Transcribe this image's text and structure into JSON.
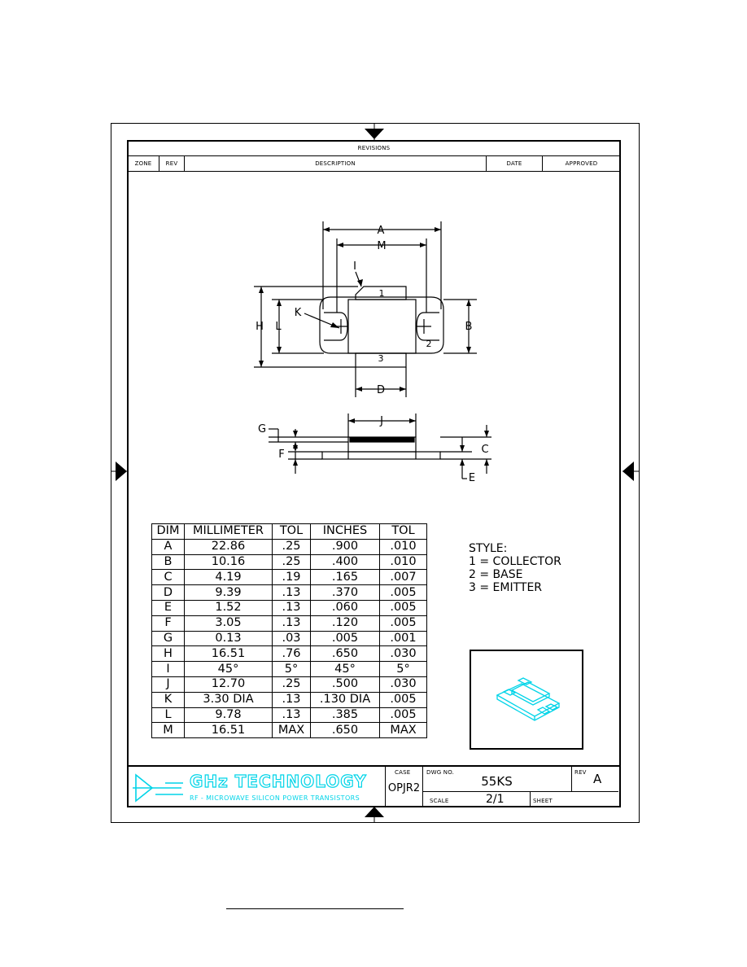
{
  "revisions": {
    "title": "REVISIONS",
    "columns": [
      "ZONE",
      "REV",
      "DESCRIPTION",
      "DATE",
      "APPROVED"
    ]
  },
  "drawing": {
    "top_labels": {
      "A": "A",
      "M": "M",
      "I": "I"
    },
    "side_labels": {
      "H": "H",
      "L": "L",
      "K": "K",
      "B": "B",
      "D": "D"
    },
    "pins": {
      "pin1": "1",
      "pin2": "2",
      "pin3": "3"
    },
    "side_view_labels": {
      "G": "G",
      "J": "J",
      "F": "F",
      "C": "C",
      "E": "E"
    }
  },
  "dim_table": {
    "headers": [
      "DIM",
      "MILLIMETER",
      "TOL",
      "INCHES",
      "TOL"
    ],
    "rows": [
      [
        "A",
        "22.86",
        ".25",
        ".900",
        ".010"
      ],
      [
        "B",
        "10.16",
        ".25",
        ".400",
        ".010"
      ],
      [
        "C",
        "4.19",
        ".19",
        ".165",
        ".007"
      ],
      [
        "D",
        "9.39",
        ".13",
        ".370",
        ".005"
      ],
      [
        "E",
        "1.52",
        ".13",
        ".060",
        ".005"
      ],
      [
        "F",
        "3.05",
        ".13",
        ".120",
        ".005"
      ],
      [
        "G",
        "0.13",
        ".03",
        ".005",
        ".001"
      ],
      [
        "H",
        "16.51",
        ".76",
        ".650",
        ".030"
      ],
      [
        "I",
        "45°",
        "5°",
        "45°",
        "5°"
      ],
      [
        "J",
        "12.70",
        ".25",
        ".500",
        ".030"
      ],
      [
        "K",
        "3.30 DIA",
        ".13",
        ".130 DIA",
        ".005"
      ],
      [
        "L",
        "9.78",
        ".13",
        ".385",
        ".005"
      ],
      [
        "M",
        "16.51",
        "MAX",
        ".650",
        "MAX"
      ]
    ]
  },
  "style_block": {
    "title": "STYLE:",
    "items": [
      "1 = COLLECTOR",
      "2 = BASE",
      "3 = EMITTER"
    ]
  },
  "title_block": {
    "company": "GHz TECHNOLOGY",
    "tagline": "RF - MICROWAVE SILICON POWER TRANSISTORS",
    "case_label": "CASE",
    "case_value": "OPJR2",
    "dwg_label": "DWG NO.",
    "dwg_value": "55KS",
    "rev_label": "REV",
    "rev_value": "A",
    "scale_label": "SCALE",
    "scale_value": "2/1",
    "sheet_label": "SHEET"
  },
  "colors": {
    "logo": "#00d4e8",
    "line": "#000000"
  }
}
